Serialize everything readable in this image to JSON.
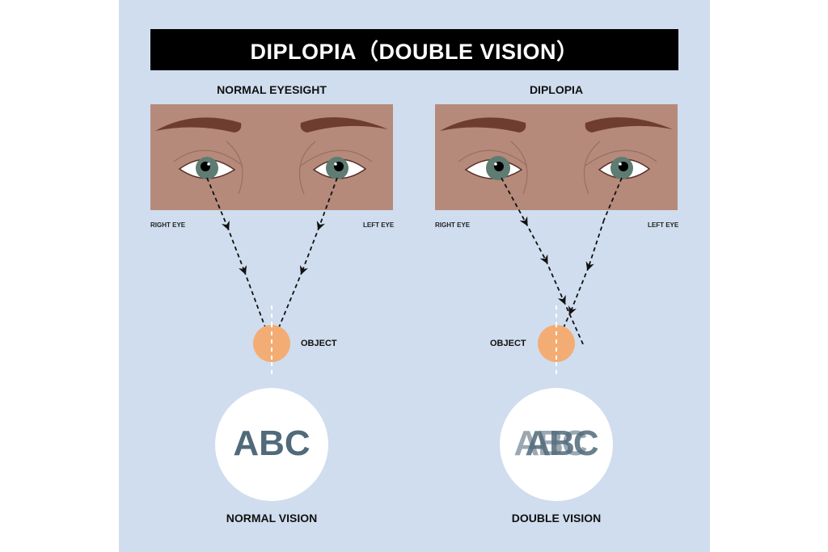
{
  "title": "DIPLOPIA（DOUBLE VISION）",
  "colors": {
    "background_panel": "#d0ddee",
    "title_bar": "#000000",
    "skin": "#b58a7b",
    "eyebrow": "#6e3d30",
    "iris": "#5f7c72",
    "object": "#f3ad74",
    "letters": "#506a7a"
  },
  "left_panel": {
    "heading": "NORMAL EYESIGHT",
    "right_eye_label": "RIGHT EYE",
    "left_eye_label": "LEFT EYE",
    "object_label": "OBJECT",
    "circle_text": "ABC",
    "caption": "NORMAL VISION"
  },
  "right_panel": {
    "heading": "DIPLOPIA",
    "right_eye_label": "RIGHT EYE",
    "left_eye_label": "LEFT EYE",
    "object_label": "OBJECT",
    "circle_text_a": "ABC",
    "circle_text_b": "ABC",
    "caption": "DOUBLE VISION"
  }
}
